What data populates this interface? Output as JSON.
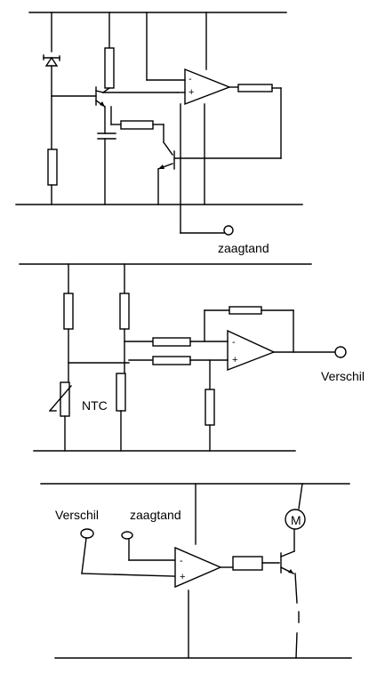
{
  "circuit_1": {
    "output_label": "zaagtand",
    "opamp_minus": "-",
    "opamp_plus": "+"
  },
  "circuit_2": {
    "ntc_label": "NTC",
    "output_label": "Verschil",
    "opamp_minus": "-",
    "opamp_plus": "+"
  },
  "circuit_3": {
    "input_1_label": "Verschil",
    "input_2_label": "zaagtand",
    "opamp_minus": "-",
    "opamp_plus": "+",
    "motor_symbol": "M"
  }
}
